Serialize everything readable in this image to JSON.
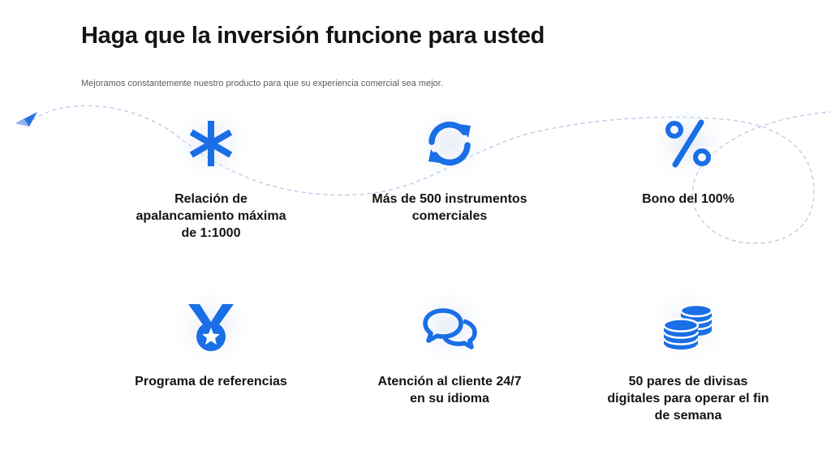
{
  "header": {
    "title": "Haga que la inversión funcione para usted",
    "subtitle": "Mejoramos constantemente nuestro producto para que su experiencia comercial sea mejor."
  },
  "features": [
    {
      "icon": "asterisk-icon",
      "label": "Relación de apalancamiento máxima de 1:1000"
    },
    {
      "icon": "refresh-icon",
      "label": "Más de 500 instrumentos comerciales"
    },
    {
      "icon": "percent-icon",
      "label": "Bono del 100%"
    },
    {
      "icon": "medal-icon",
      "label": "Programa de referencias"
    },
    {
      "icon": "chat-bubbles-icon",
      "label": "Atención al cliente 24/7 en su idioma"
    },
    {
      "icon": "coins-stack-icon",
      "label": "50 pares de divisas digitales para operar el fin de semana"
    }
  ],
  "colors": {
    "accent": "#1a6ee6",
    "title": "#141414",
    "subtitle": "#5c5c5c",
    "dashed_path": "#b9c9e6"
  }
}
